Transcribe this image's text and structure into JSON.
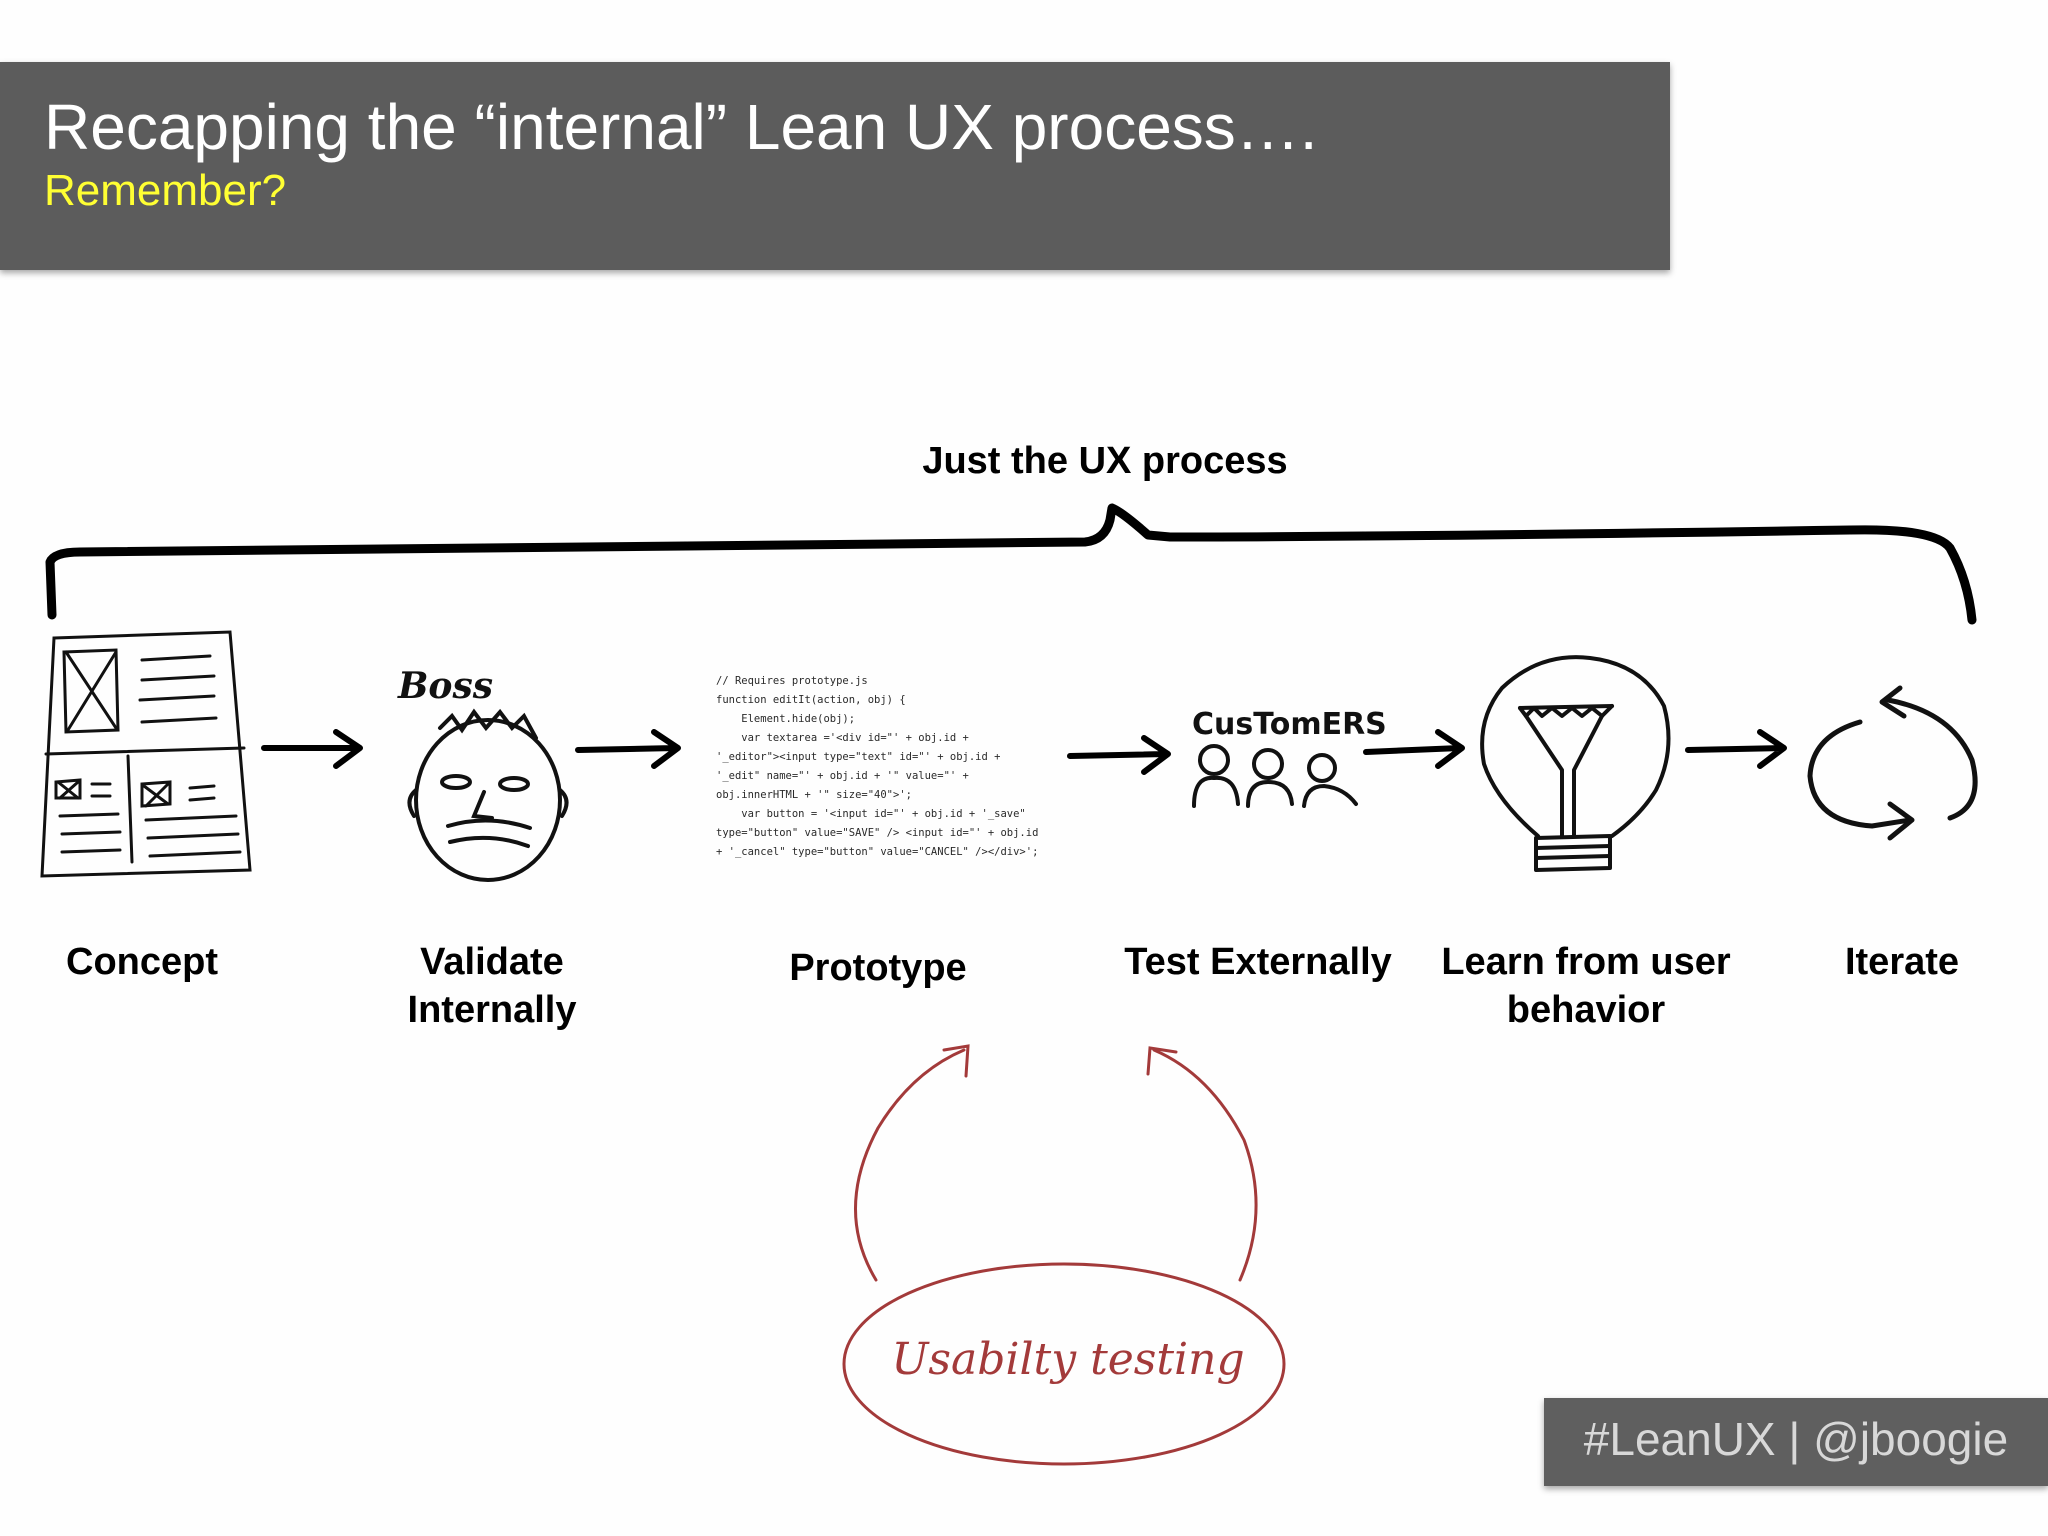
{
  "header": {
    "title": "Recapping the “internal” Lean UX process….",
    "subtitle": "Remember?"
  },
  "bracket_label": "Just the UX process",
  "steps": [
    {
      "label": "Concept",
      "icon": "wireframe-sketch-icon"
    },
    {
      "label": "Validate Internally",
      "icon": "boss-face-icon",
      "annotation": "Boss"
    },
    {
      "label": "Prototype",
      "icon": "code-snippet-icon"
    },
    {
      "label": "Test Externally",
      "icon": "customers-icon",
      "annotation": "CusTomERS"
    },
    {
      "label": "Learn from user behavior",
      "icon": "lightbulb-icon"
    },
    {
      "label": "Iterate",
      "icon": "cycle-arrows-icon"
    }
  ],
  "prototype_code": "// Requires prototype.js\nfunction editIt(action, obj) {\n    Element.hide(obj);\n    var textarea ='<div id=\"' + obj.id +\n'_editor\"><input type=\"text\" id=\"' + obj.id +\n'_edit\" name=\"' + obj.id + '\" value=\"' +\nobj.innerHTML + '\" size=\"40\">';\n    var button = '<input id=\"' + obj.id + '_save\"\ntype=\"button\" value=\"SAVE\" /> <input id=\"' + obj.id\n+ '_cancel\" type=\"button\" value=\"CANCEL\" /></div>';",
  "usability_label": "Usabilty testing",
  "footer": "#LeanUX | @jboogie",
  "colors": {
    "header_bg": "#5c5c5c",
    "subtitle": "#ffff33",
    "usability": "#a33a3a",
    "footer_bg": "#5f5f5f"
  }
}
